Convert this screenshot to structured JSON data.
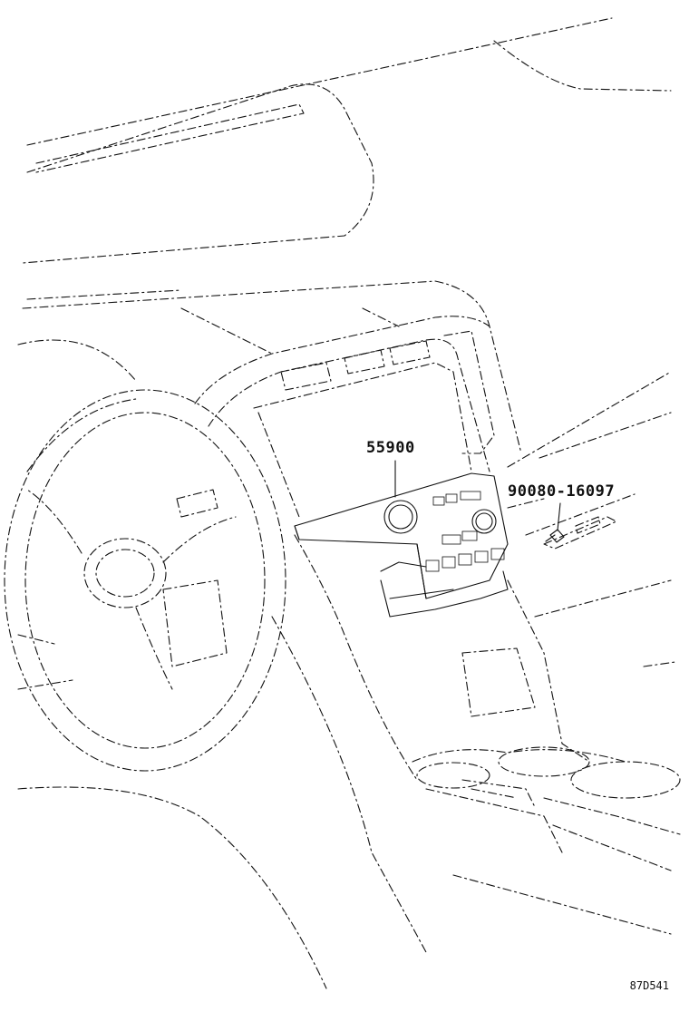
{
  "diagram": {
    "part_labels": [
      {
        "part_number": "55900"
      },
      {
        "part_number": "90080-16097"
      }
    ],
    "diagram_code": "87D541"
  }
}
